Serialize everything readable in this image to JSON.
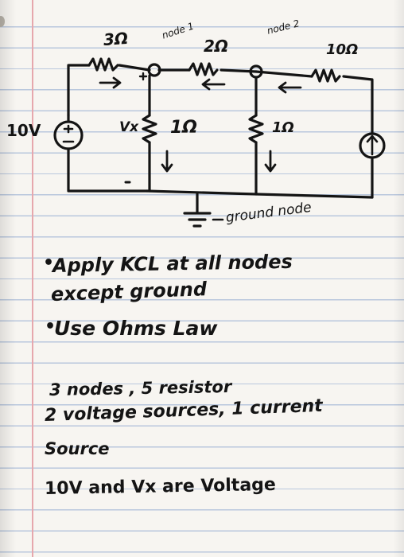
{
  "circuit": {
    "labels": {
      "r1": "3Ω",
      "node1": "node 1",
      "r2": "2Ω",
      "node2": "node 2",
      "r3": "10Ω",
      "source_v": "10V",
      "vx": "Vx",
      "r4": "1Ω",
      "r5": "1Ω",
      "ground": "ground node"
    }
  },
  "notes": {
    "bullet1": "Apply KCL at all nodes",
    "bullet1b": "except ground",
    "bullet2": "Use Ohms Law",
    "line1": "3 nodes , 5 resistor",
    "line2": "2 voltage sources, 1 current",
    "line3": "Source",
    "line4": "10V and Vx are Voltage"
  },
  "colors": {
    "ink": "#141414",
    "paper": "#f7f5f1",
    "rule": "#b9c7dd",
    "margin": "#e6a7ad"
  }
}
